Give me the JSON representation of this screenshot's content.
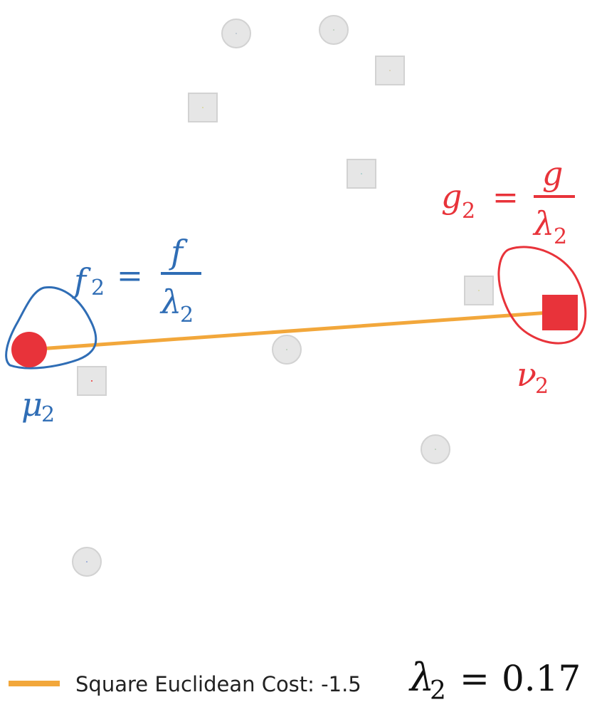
{
  "colors": {
    "blue": "#2f6db5",
    "red": "#e8333a",
    "orange": "#f2a73b",
    "gray_fill": "#e6e6e6",
    "gray_stroke": "#d2d2d2"
  },
  "source_label": {
    "base": "f",
    "sub": "2",
    "eq": "=",
    "numerator": "f",
    "den_base": "λ",
    "den_sub": "2"
  },
  "target_label": {
    "base": "g",
    "sub": "2",
    "eq": "=",
    "numerator": "g",
    "den_base": "λ",
    "den_sub": "2"
  },
  "mu_label": {
    "base": "μ",
    "sub": "2"
  },
  "nu_label": {
    "base": "ν",
    "sub": "2"
  },
  "legend": {
    "text": "Square Euclidean Cost: -1.5",
    "lambda_base": "λ",
    "lambda_sub": "2",
    "lambda_eq": "=",
    "lambda_value": "0.17"
  }
}
